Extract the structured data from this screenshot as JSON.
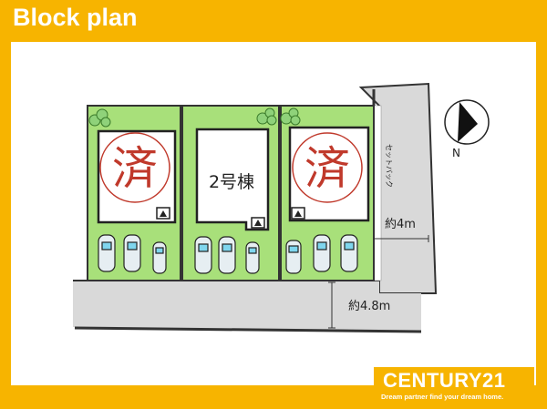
{
  "title": "Block plan",
  "lots": [
    {
      "label": "済",
      "status": "sold"
    },
    {
      "label": "2号棟",
      "status": "available"
    },
    {
      "label": "済",
      "status": "sold"
    }
  ],
  "setback_label": "セットバック",
  "road_width_east": "約4m",
  "road_width_south": "約4.8m",
  "compass_label": "N",
  "brand": {
    "name": "CENTURY21",
    "tagline": "Dream partner find your dream home."
  },
  "colors": {
    "frame": "#f7b400",
    "lot_fill": "#a8e07a",
    "road_fill": "#d9d9d9",
    "sold_stamp": "#c0392b"
  }
}
